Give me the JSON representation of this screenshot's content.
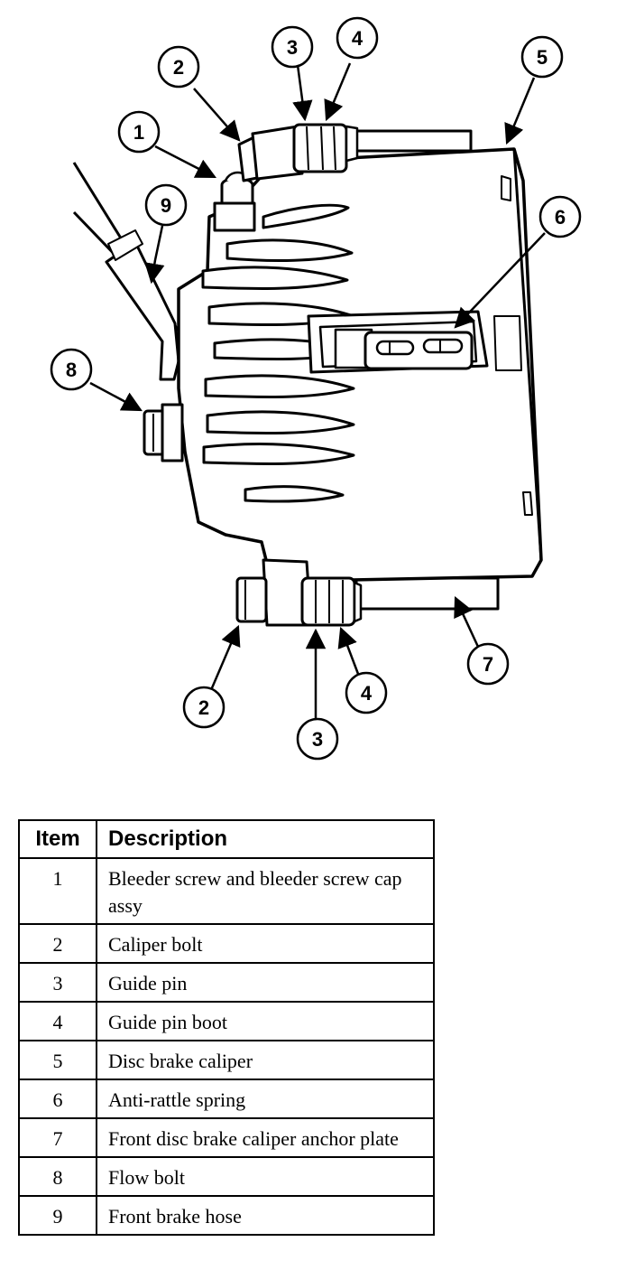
{
  "callouts": {
    "c1": "1",
    "c2_top": "2",
    "c3_top": "3",
    "c4_top": "4",
    "c5": "5",
    "c6": "6",
    "c7": "7",
    "c8": "8",
    "c9": "9",
    "c2_bottom": "2",
    "c3_bottom": "3",
    "c4_bottom": "4"
  },
  "table": {
    "header_item": "Item",
    "header_description": "Description",
    "rows": [
      {
        "item": "1",
        "description": "Bleeder screw and bleeder screw cap assy"
      },
      {
        "item": "2",
        "description": "Caliper bolt"
      },
      {
        "item": "3",
        "description": "Guide pin"
      },
      {
        "item": "4",
        "description": "Guide pin boot"
      },
      {
        "item": "5",
        "description": "Disc brake caliper"
      },
      {
        "item": "6",
        "description": "Anti-rattle spring"
      },
      {
        "item": "7",
        "description": "Front disc brake caliper anchor plate"
      },
      {
        "item": "8",
        "description": "Flow bolt"
      },
      {
        "item": "9",
        "description": "Front brake hose"
      }
    ]
  }
}
